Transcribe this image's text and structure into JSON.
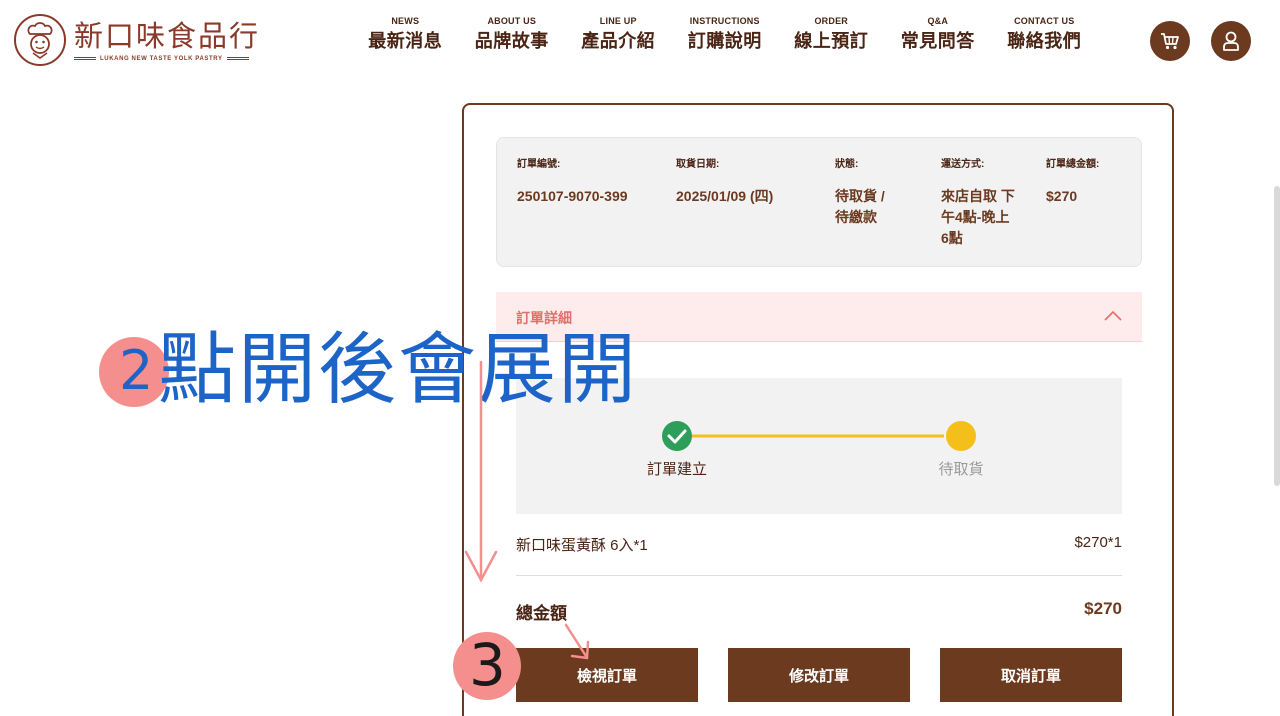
{
  "brand": {
    "name": "新口味食品行",
    "tagline": "LUKANG NEW TASTE YOLK PASTRY",
    "color": "#8a3a2a"
  },
  "nav": [
    {
      "en": "NEWS",
      "zh": "最新消息"
    },
    {
      "en": "ABOUT US",
      "zh": "品牌故事"
    },
    {
      "en": "LINE UP",
      "zh": "產品介紹"
    },
    {
      "en": "INSTRUCTIONS",
      "zh": "訂購說明"
    },
    {
      "en": "ORDER",
      "zh": "線上預訂"
    },
    {
      "en": "Q&A",
      "zh": "常見問答"
    },
    {
      "en": "CONTACT US",
      "zh": "聯絡我們"
    }
  ],
  "header_icons": {
    "cart": "cart-icon",
    "user": "user-icon"
  },
  "order": {
    "number_label": "訂單編號:",
    "number": "250107-9070-399",
    "pickup_label": "取貨日期:",
    "pickup": "2025/01/09 (四)",
    "status_label": "狀態:",
    "status": "待取貨 / 待繳款",
    "delivery_label": "運送方式:",
    "delivery": "來店自取 下午4點-晚上6點",
    "total_label": "訂單總金額:",
    "total": "$270"
  },
  "details": {
    "label": "訂單詳細",
    "expanded": true,
    "steps": [
      {
        "label": "訂單建立",
        "state": "done",
        "color": "#2e9e5b"
      },
      {
        "label": "待取貨",
        "state": "current",
        "color": "#f5bf1b"
      }
    ],
    "item_name": "新口味蛋黃酥 6入*1",
    "item_price": "$270*1",
    "sum_label": "總金額",
    "sum_value": "$270"
  },
  "actions": {
    "view": "檢視訂單",
    "edit": "修改訂單",
    "cancel": "取消訂單"
  },
  "annotations": {
    "step2_number": "2",
    "step2_text": "點開後會展開",
    "step3_number": "3",
    "marker_color": "#f58f8d",
    "text_color": "#1d64c8"
  }
}
